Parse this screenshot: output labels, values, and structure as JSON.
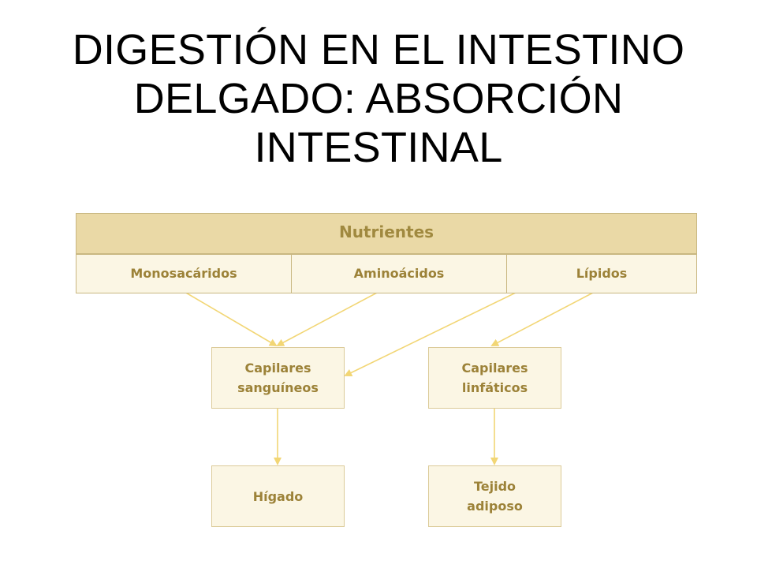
{
  "title": {
    "line1": "DIGESTIÓN EN EL INTESTINO",
    "line2": "DELGADO: ABSORCIÓN",
    "line3": "INTESTINAL"
  },
  "diagram": {
    "header": "Nutrientes",
    "nutrients": [
      "Monosacáridos",
      "Aminoácidos",
      "Lípidos"
    ],
    "blood_capillaries": [
      "Capilares",
      "sanguíneos"
    ],
    "lymph_capillaries": [
      "Capilares",
      "linfáticos"
    ],
    "liver": "Hígado",
    "adipose": [
      "Tejido",
      "adiposo"
    ],
    "colors": {
      "header_fill": "#ead9a6",
      "cell_fill": "#fbf6e4",
      "text": "#9c8238",
      "arrow": "#f2d675"
    }
  }
}
